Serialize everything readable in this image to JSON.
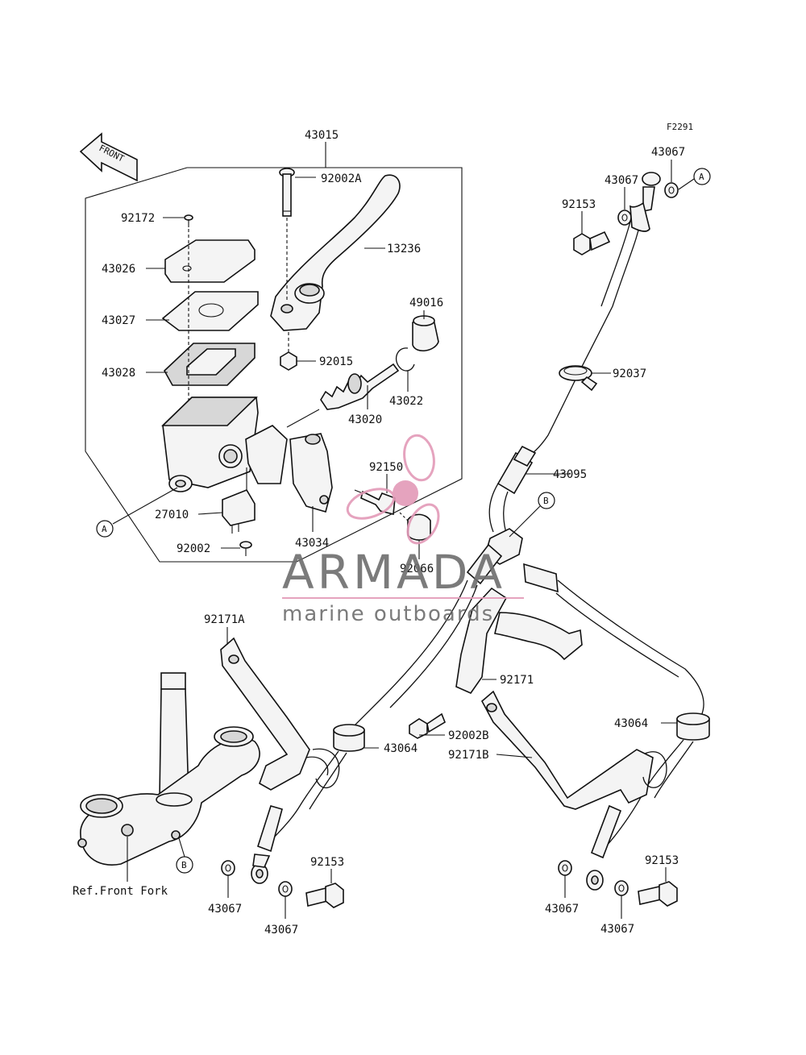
{
  "figure_code": "F2291",
  "front_label": "FRONT",
  "ref_label": "Ref.Front Fork",
  "callouts": {
    "a": "A",
    "b": "B"
  },
  "parts": {
    "p43015": "43015",
    "p92002A": "92002A",
    "p92172": "92172",
    "p43026": "43026",
    "p43027": "43027",
    "p43028": "43028",
    "p13236": "13236",
    "p49016": "49016",
    "p92015": "92015",
    "p43022": "43022",
    "p43020": "43020",
    "p92150": "92150",
    "p27010": "27010",
    "p43034": "43034",
    "p92002": "92002",
    "p92066": "92066",
    "p43067_top1": "43067",
    "p43067_top2": "43067",
    "p92153_top": "92153",
    "p92037": "92037",
    "p43095": "43095",
    "p92171A": "92171A",
    "p92171": "92171",
    "p43064_left": "43064",
    "p92002B": "92002B",
    "p92171B": "92171B",
    "p43064_right": "43064",
    "p92153_bl": "92153",
    "p43067_bl1": "43067",
    "p43067_bl2": "43067",
    "p92153_br": "92153",
    "p43067_br1": "43067",
    "p43067_br2": "43067"
  },
  "watermark": {
    "brand": "ARMADA",
    "tagline": "marine outboards",
    "accent_color": "#e39ab8",
    "text_color": "#6d6d6d"
  }
}
